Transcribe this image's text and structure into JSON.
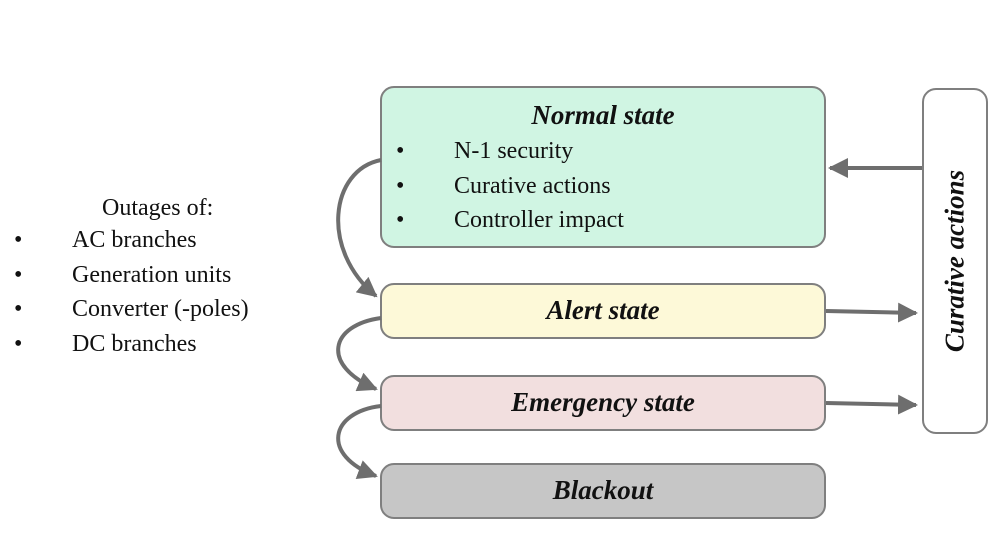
{
  "outages": {
    "heading": "Outages of:",
    "items": [
      "AC branches",
      "Generation units",
      "Converter (-poles)",
      "DC branches"
    ]
  },
  "normal_state": {
    "title": "Normal state",
    "items": [
      "N-1 security",
      "Curative actions",
      "Controller impact"
    ],
    "color": "#d0f5e3"
  },
  "alert_state": {
    "title": "Alert state",
    "color": "#fdf9d8"
  },
  "emergency_state": {
    "title": "Emergency state",
    "color": "#f2dfdf"
  },
  "blackout": {
    "title": "Blackout",
    "color": "#c6c6c6"
  },
  "curative_actions": {
    "label": "Curative actions"
  },
  "bullet_glyph": "•"
}
